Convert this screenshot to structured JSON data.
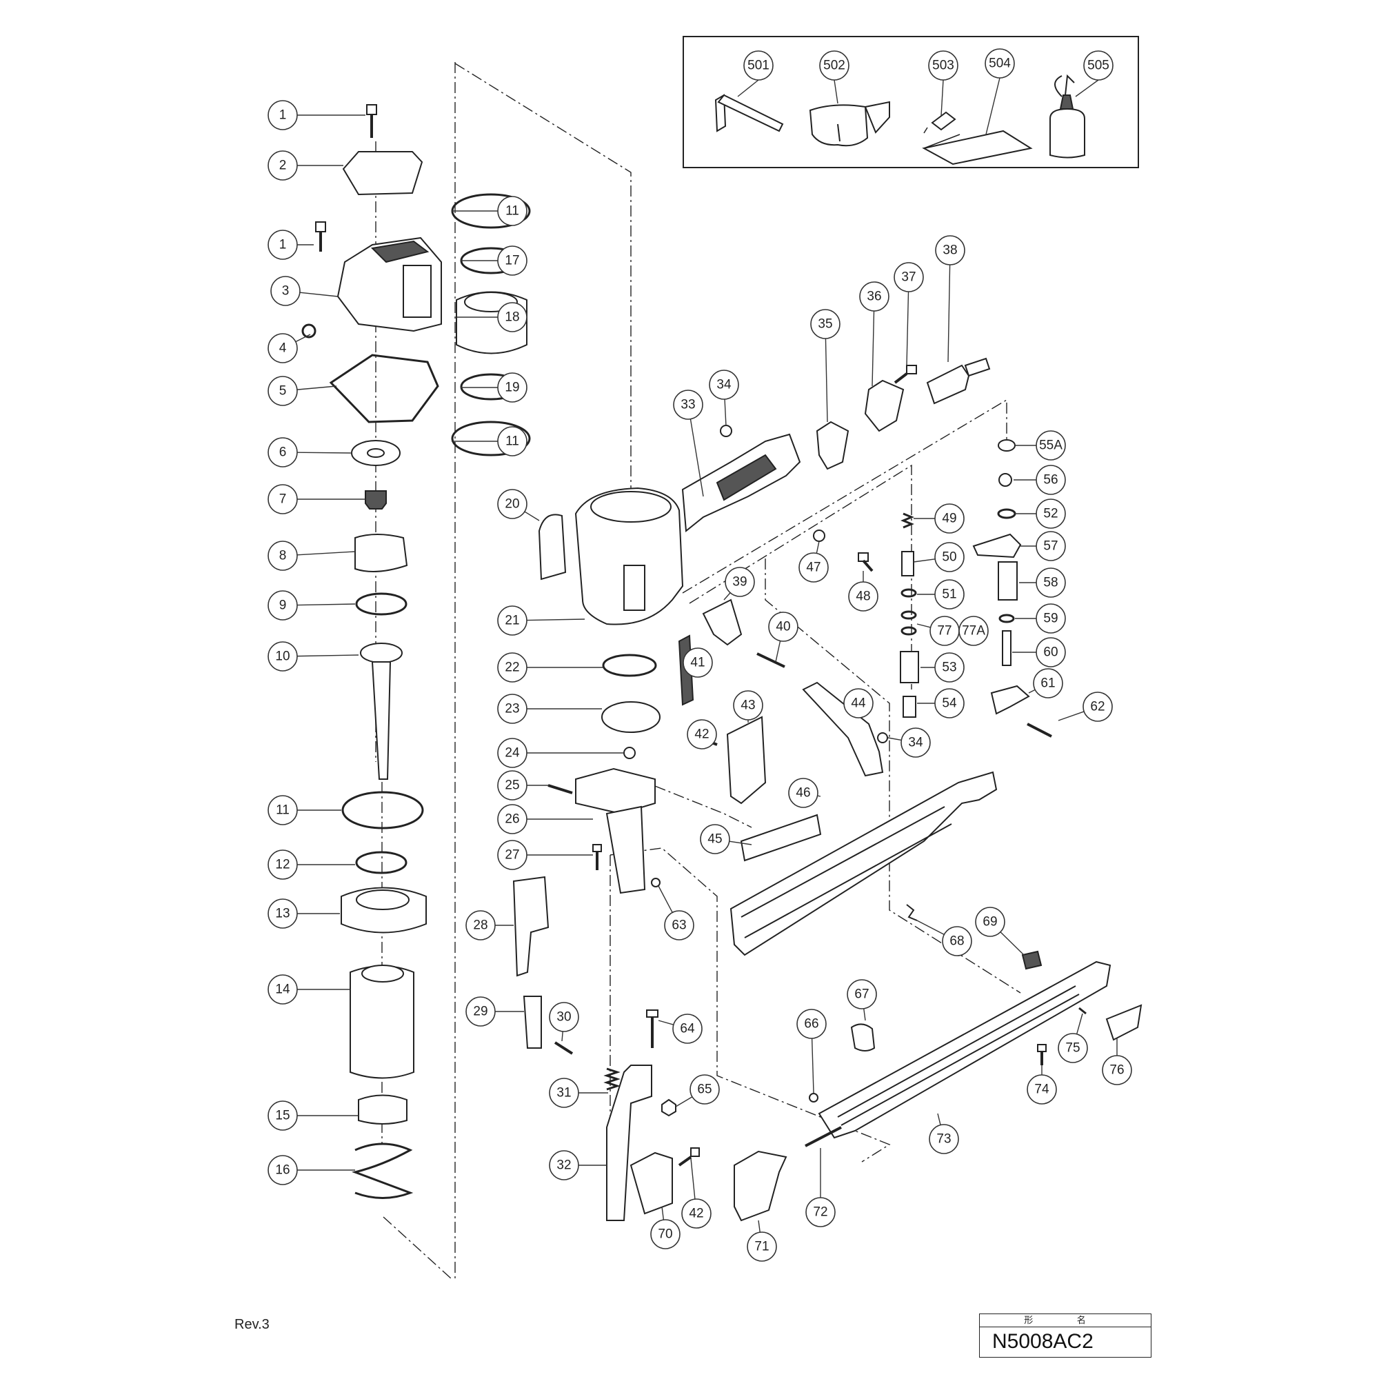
{
  "revision": "Rev.3",
  "title_block": {
    "header": "形 名",
    "model": "N5008AC2"
  },
  "accessory_box": {
    "callouts": [
      "501",
      "502",
      "503",
      "504",
      "505"
    ]
  },
  "callouts": [
    "1",
    "2",
    "1",
    "3",
    "4",
    "5",
    "6",
    "7",
    "8",
    "9",
    "10",
    "11",
    "12",
    "13",
    "14",
    "15",
    "16",
    "11",
    "17",
    "18",
    "19",
    "11",
    "20",
    "21",
    "22",
    "23",
    "24",
    "25",
    "26",
    "27",
    "28",
    "29",
    "30",
    "31",
    "32",
    "33",
    "34",
    "35",
    "36",
    "37",
    "38",
    "39",
    "40",
    "41",
    "42",
    "43",
    "44",
    "34",
    "45",
    "46",
    "47",
    "48",
    "49",
    "50",
    "51",
    "77",
    "77A",
    "53",
    "54",
    "55A",
    "56",
    "52",
    "57",
    "58",
    "59",
    "60",
    "61",
    "62",
    "63",
    "64",
    "65",
    "66",
    "67",
    "68",
    "69",
    "70",
    "42",
    "71",
    "72",
    "73",
    "74",
    "75",
    "76"
  ]
}
